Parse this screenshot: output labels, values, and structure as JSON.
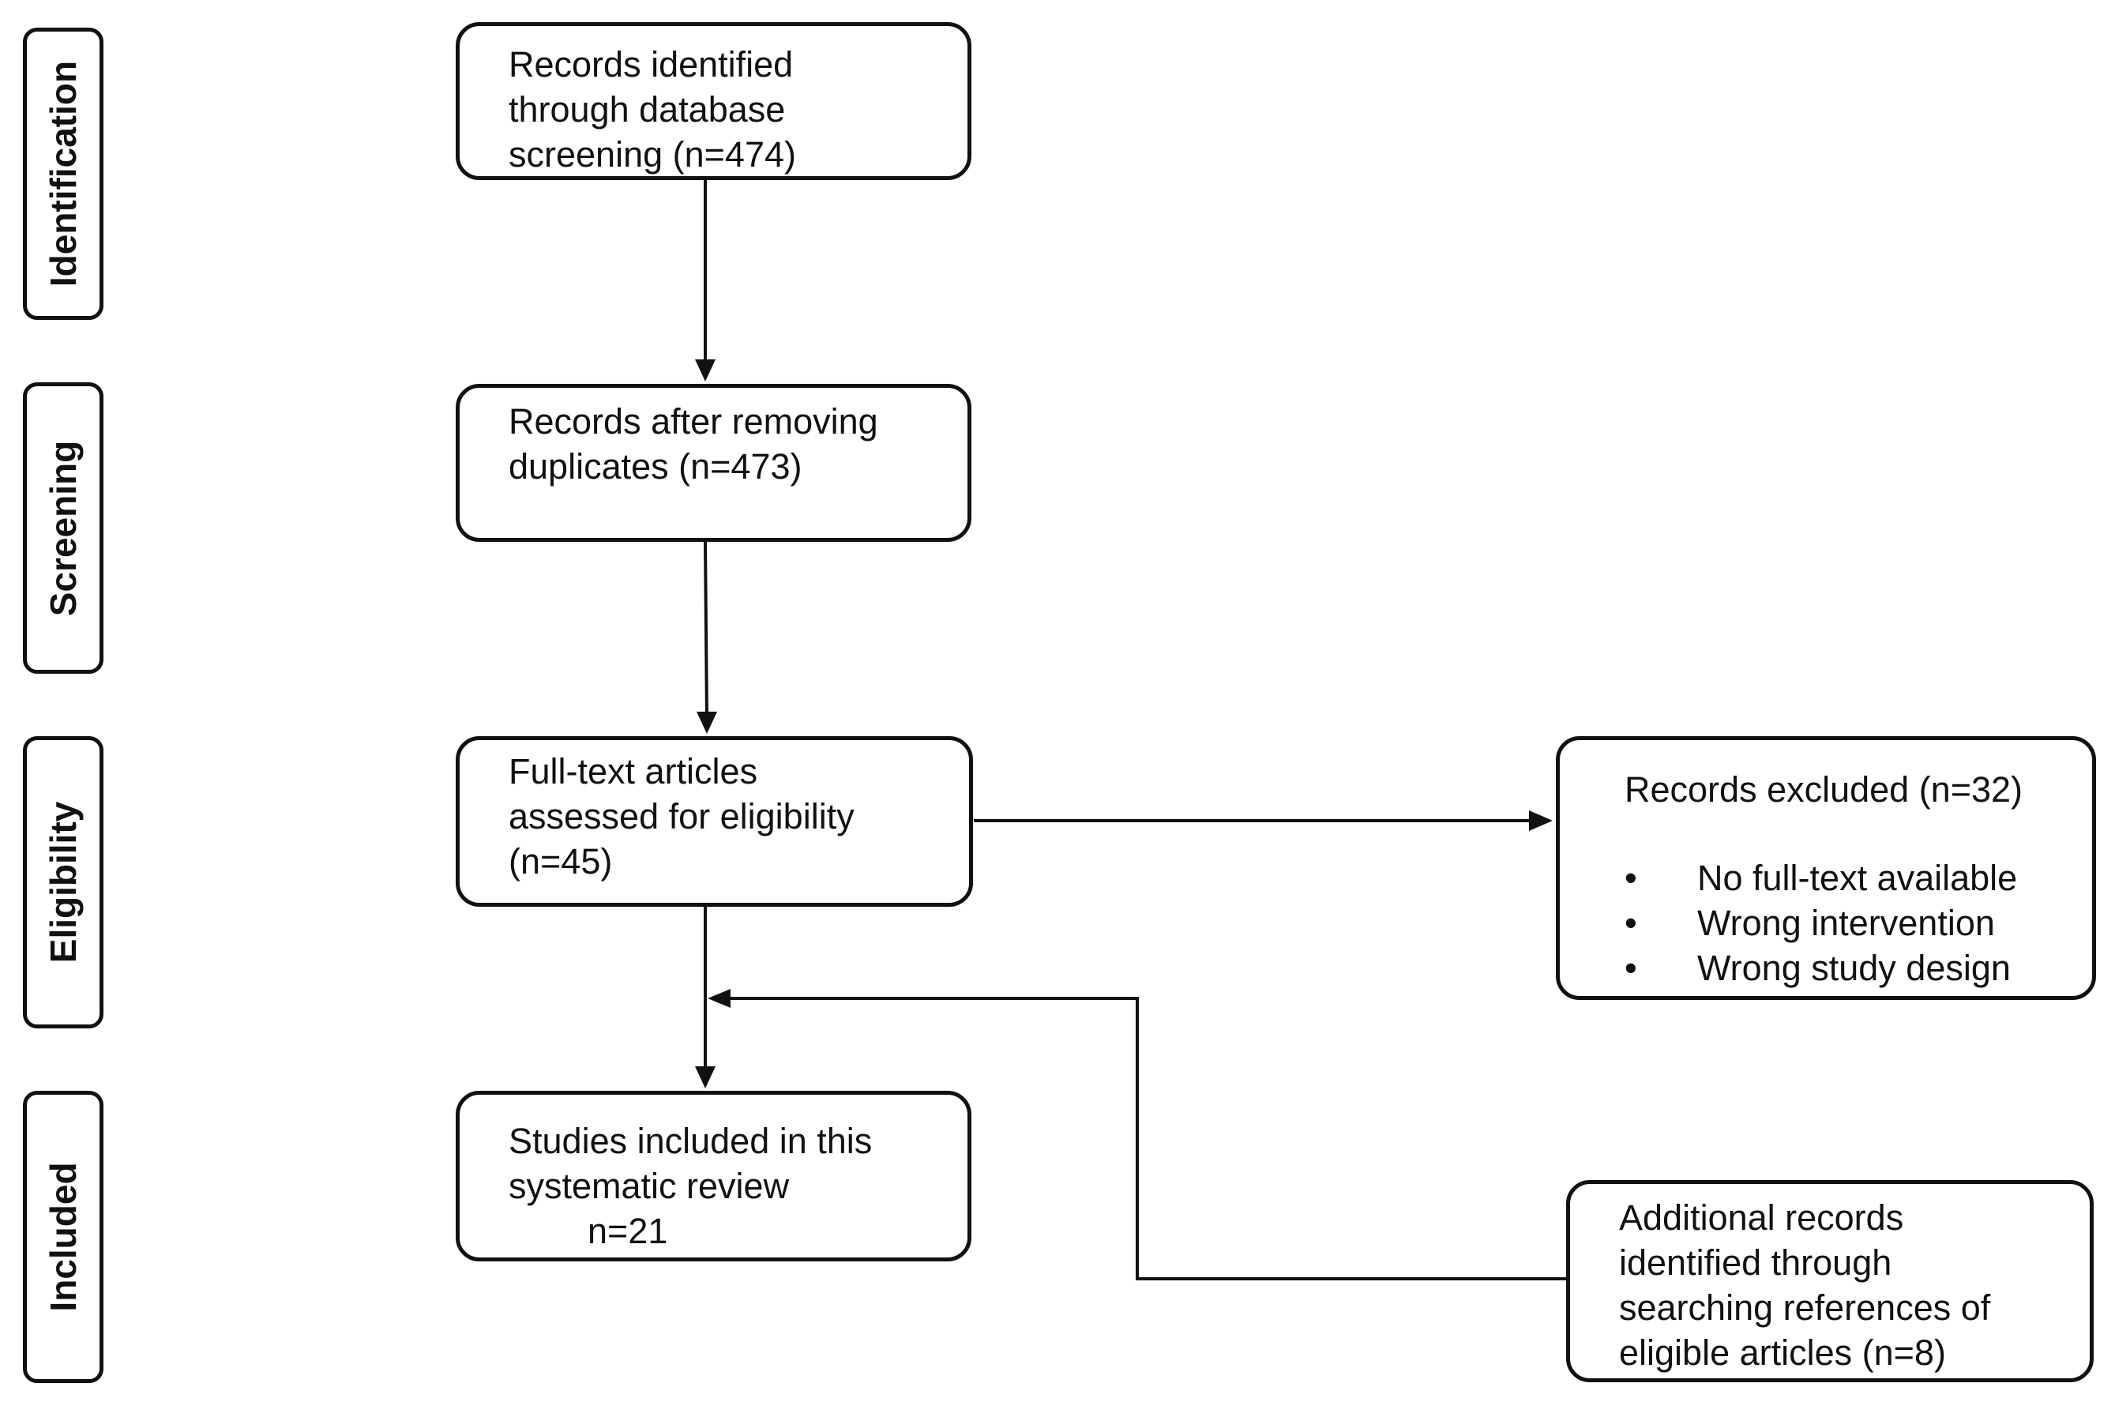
{
  "phases": {
    "identification": "Identification",
    "screening": "Screening",
    "eligibility": "Eligibility",
    "included": "Included"
  },
  "boxes": {
    "identified": "Records identified\nthrough database\nscreening (n=474)",
    "after_duplicates": "Records after removing\nduplicates (n=473)",
    "full_text": "Full-text articles\nassessed for eligibility\n(n=45)",
    "included_studies": "Studies included in this\nsystematic review\n        n=21",
    "excluded_title": "Records excluded (n=32)",
    "excluded_reasons": [
      "No full-text available",
      "Wrong intervention",
      "Wrong study design"
    ],
    "additional": "Additional records\nidentified through\nsearching references of\neligible articles (n=8)"
  },
  "colors": {
    "line": "#111111",
    "background": "#ffffff"
  }
}
